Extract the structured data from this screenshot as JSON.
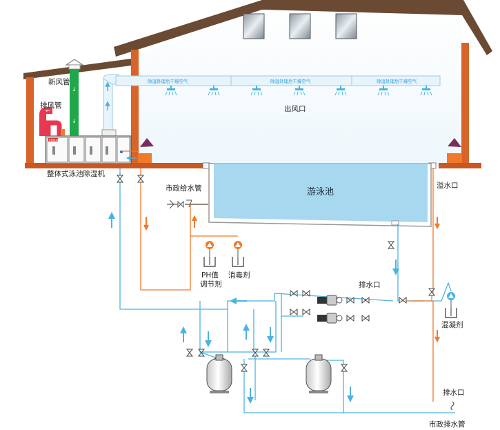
{
  "labels": {
    "fresh_air_pipe": "新风管",
    "exhaust_air_pipe": "排风管",
    "unit_name": "整体式泳池除湿机",
    "unit_brand": "PHNIX",
    "air_outlet": "出风口",
    "duct_label": "除湿处理后干燥空气",
    "pool": "游泳池",
    "municipal_supply": "市政给水管",
    "overflow": "溢水口",
    "ph_line1": "PH值",
    "ph_line2": "调节剂",
    "disinfectant": "消毒剂",
    "drain_mid": "排水口",
    "coagulant": "混凝剂",
    "drain_bottom": "排水口",
    "municipal_drain": "市政排水管"
  },
  "colors": {
    "roof": "#6b4a33",
    "wall": "#d9642a",
    "floor": "#c95722",
    "water": "#a8d8ef",
    "pipe_blue": "#4ab3e2",
    "pipe_orange": "#f07a2a",
    "fresh_air_green": "#1fa84a",
    "exhaust_red": "#e8384f"
  }
}
